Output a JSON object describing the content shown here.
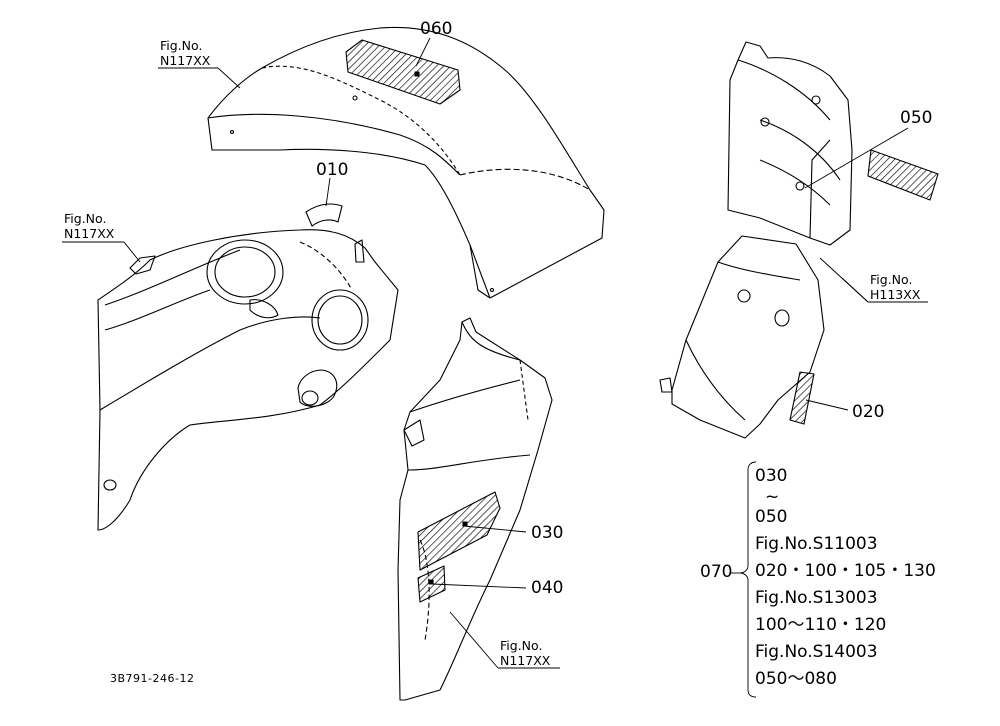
{
  "labels": {
    "p010": "010",
    "p020": "020",
    "p030": "030",
    "p040": "040",
    "p050": "050",
    "p060": "060"
  },
  "fig_refs": [
    {
      "line1": "Fig.No.",
      "line2": "N117XX"
    },
    {
      "line1": "Fig.No.",
      "line2": "N117XX"
    },
    {
      "line1": "Fig.No.",
      "line2": "N117XX"
    },
    {
      "line1": "Fig.No.",
      "line2": "H113XX"
    }
  ],
  "assembly": {
    "number": "070",
    "lines": [
      "030",
      "~",
      "050",
      "Fig.No.S11003",
      "020・100・105・130",
      "Fig.No.S13003",
      "100～110・120",
      "Fig.No.S14003",
      "050～080"
    ]
  },
  "drawing_number": "3B791-246-12"
}
